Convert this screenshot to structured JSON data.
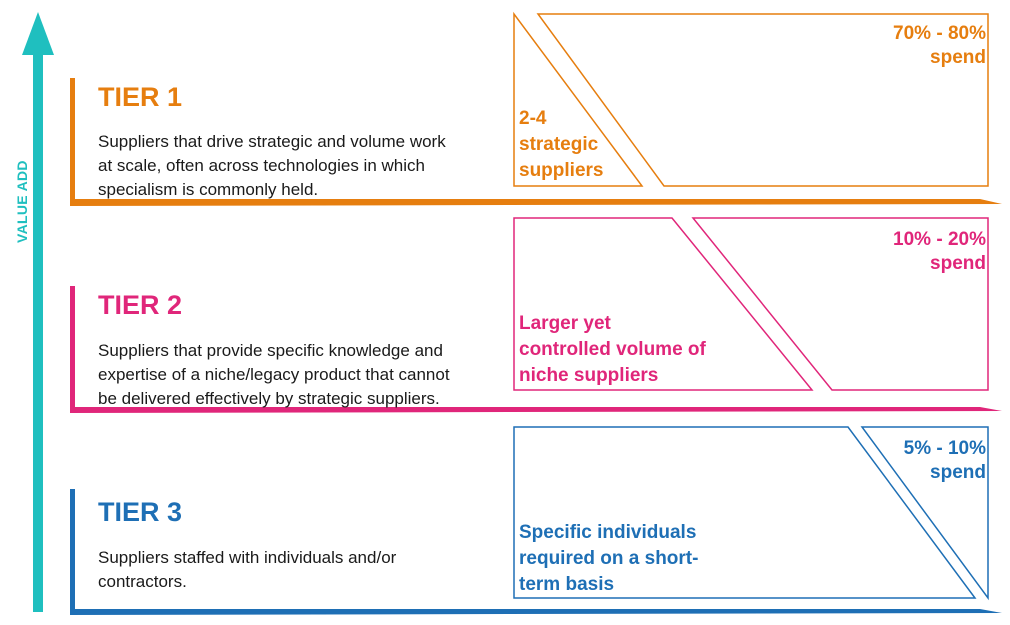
{
  "axis": {
    "label": "VALUE ADD",
    "color": "#1fbfbf"
  },
  "tiers": [
    {
      "title": "TIER 1",
      "color": "#e67e0f",
      "description_lines": [
        "Suppliers that drive strategic and volume work",
        "at scale, often across technologies in which",
        "specialism is commonly held."
      ],
      "box_lines": [
        "2-4",
        "strategic",
        "suppliers"
      ],
      "spend_lines": [
        "70% - 80%",
        "spend"
      ]
    },
    {
      "title": "TIER 2",
      "color": "#e0267a",
      "description_lines": [
        "Suppliers that provide specific knowledge and",
        "expertise of a niche/legacy product that cannot",
        "be delivered effectively by strategic suppliers."
      ],
      "box_lines": [
        "Larger yet",
        "controlled volume of",
        "niche suppliers"
      ],
      "spend_lines": [
        "10% - 20%",
        "spend"
      ]
    },
    {
      "title": "TIER 3",
      "color": "#1e6fb5",
      "description_lines": [
        "Suppliers staffed with individuals and/or",
        "contractors."
      ],
      "box_lines": [
        "Specific individuals",
        "required on a short-",
        "term basis"
      ],
      "spend_lines": [
        "5% - 10%",
        "spend"
      ]
    }
  ]
}
